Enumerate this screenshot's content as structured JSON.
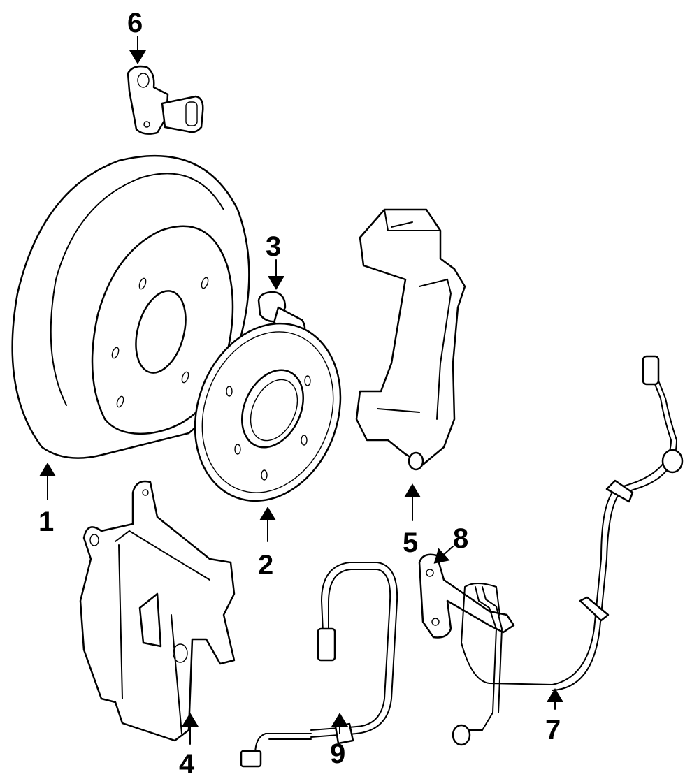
{
  "diagram": {
    "title": "Brake components exploded view",
    "callouts": [
      {
        "id": "1",
        "label": "1",
        "part": "rotor"
      },
      {
        "id": "2",
        "label": "2",
        "part": "hub"
      },
      {
        "id": "3",
        "label": "3",
        "part": "bolt"
      },
      {
        "id": "4",
        "label": "4",
        "part": "caliper"
      },
      {
        "id": "5",
        "label": "5",
        "part": "caliper-bracket"
      },
      {
        "id": "6",
        "label": "6",
        "part": "sensor"
      },
      {
        "id": "7",
        "label": "7",
        "part": "abs-sensor-cable"
      },
      {
        "id": "8",
        "label": "8",
        "part": "bracket"
      },
      {
        "id": "9",
        "label": "9",
        "part": "brake-hose"
      }
    ]
  }
}
